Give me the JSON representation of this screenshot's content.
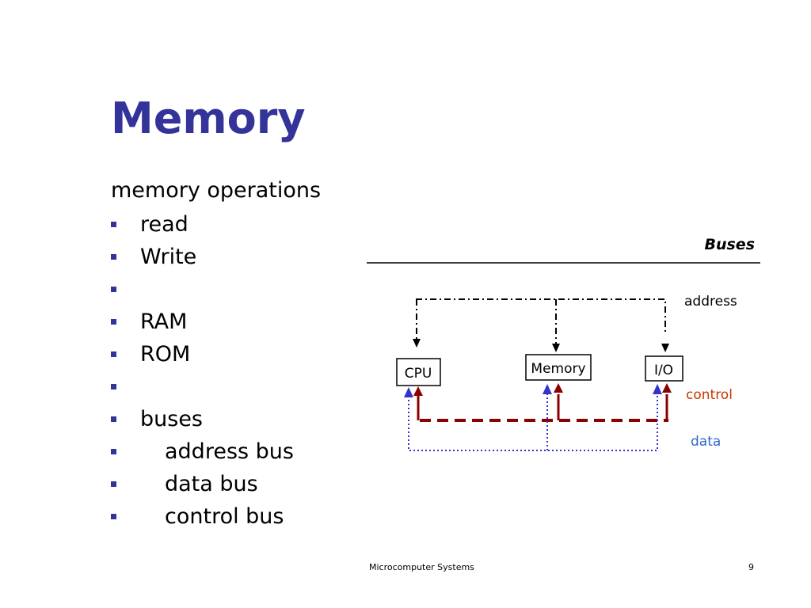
{
  "slide": {
    "title": "Memory",
    "intro": "memory operations",
    "bullets": [
      {
        "text": "read",
        "indent": false
      },
      {
        "text": "Write",
        "indent": false
      },
      {
        "text": "",
        "indent": false
      },
      {
        "text": "RAM",
        "indent": false
      },
      {
        "text": "ROM",
        "indent": false
      },
      {
        "text": "",
        "indent": false
      },
      {
        "text": "buses",
        "indent": false
      },
      {
        "text": "address bus",
        "indent": true
      },
      {
        "text": "data bus",
        "indent": true
      },
      {
        "text": "control bus",
        "indent": true
      }
    ]
  },
  "diagram": {
    "title": "Buses",
    "boxes": [
      "CPU",
      "Memory",
      "I/O"
    ],
    "bus_labels": {
      "address": "address",
      "control": "control",
      "data": "data"
    },
    "colors": {
      "address": "#000000",
      "control": "#8b0000",
      "data": "#3333cc",
      "control_label": "#cc3300",
      "data_label": "#3366cc"
    }
  },
  "footer": {
    "left": "Microcomputer Systems",
    "page": "9"
  }
}
